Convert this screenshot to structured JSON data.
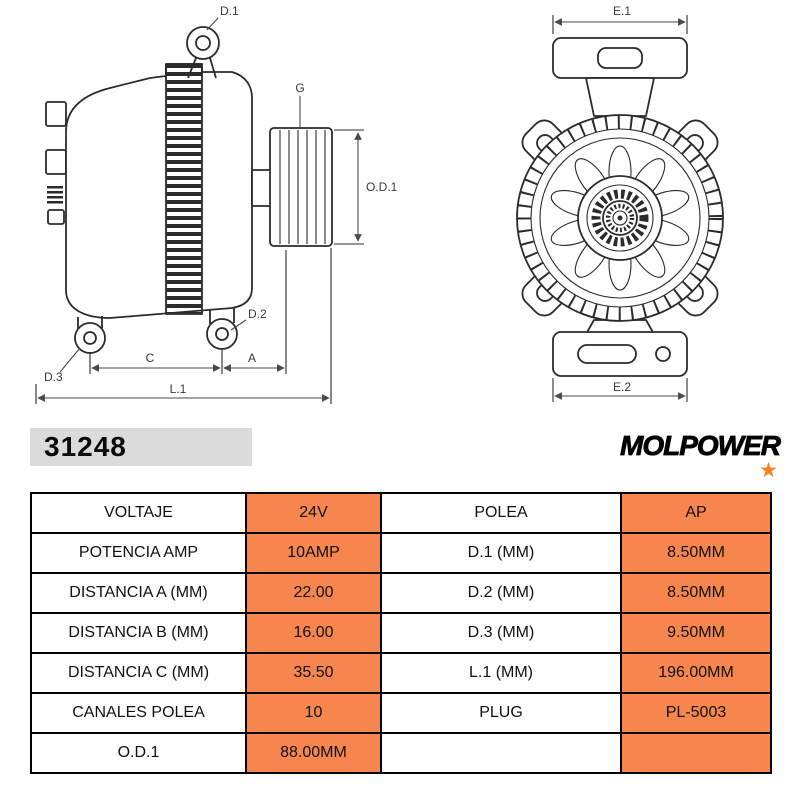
{
  "part_number": "31248",
  "brand": {
    "name": "MOLPOWER",
    "star_icon": "★"
  },
  "diagram": {
    "d1": "D.1",
    "g": "G",
    "od1": "O.D.1",
    "d2": "D.2",
    "d3": "D.3",
    "c": "C",
    "a": "A",
    "l1": "L.1",
    "e1": "E.1",
    "e2": "E.2"
  },
  "spec_table": {
    "rows": [
      {
        "label_left": "VOLTAJE",
        "value_left": "24V",
        "label_right": "POLEA",
        "value_right": "AP"
      },
      {
        "label_left": "POTENCIA AMP",
        "value_left": "10AMP",
        "label_right": "D.1 (MM)",
        "value_right": "8.50MM"
      },
      {
        "label_left": "DISTANCIA A (MM)",
        "value_left": "22.00",
        "label_right": "D.2 (MM)",
        "value_right": "8.50MM"
      },
      {
        "label_left": "DISTANCIA B (MM)",
        "value_left": "16.00",
        "label_right": "D.3 (MM)",
        "value_right": "9.50MM"
      },
      {
        "label_left": "DISTANCIA C (MM)",
        "value_left": "35.50",
        "label_right": "L.1 (MM)",
        "value_right": "196.00MM"
      },
      {
        "label_left": "CANALES POLEA",
        "value_left": "10",
        "label_right": "PLUG",
        "value_right": "PL-5003"
      },
      {
        "label_left": "O.D.1",
        "value_left": "88.00MM",
        "label_right": "",
        "value_right": ""
      }
    ]
  },
  "colors": {
    "accent": "#F6864E",
    "part_box_bg": "#DBDBDB",
    "line": "#2B2B2B",
    "star": "#F58220"
  }
}
